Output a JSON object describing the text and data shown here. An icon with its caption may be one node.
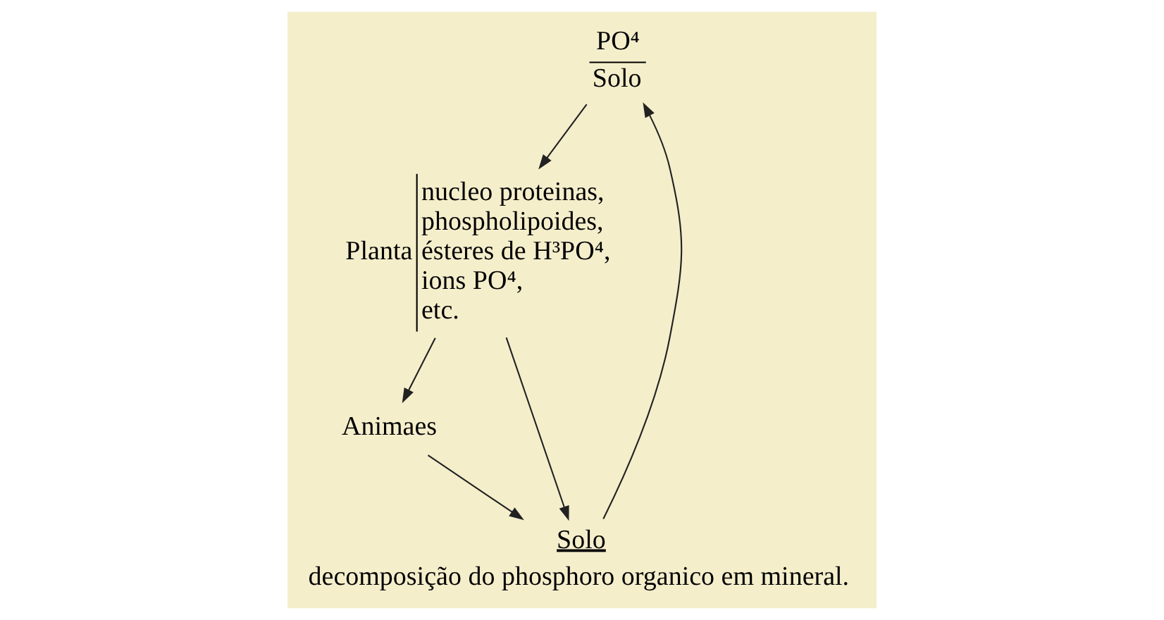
{
  "diagram": {
    "nodes": [
      {
        "text": [
          "PO⁴",
          "Solo"
        ]
      },
      {
        "text": [
          "Planta",
          "nucleo proteinas, phospholipoides, ésteres de H³PO⁴, ions PO⁴, etc."
        ]
      },
      {
        "text": [
          "Animaes"
        ]
      },
      {
        "text": [
          "Solo",
          "decomposição do phosphoro organico em mineral."
        ]
      }
    ],
    "edges": [
      {
        "from": 0,
        "to": 1,
        "arrow": "to"
      },
      {
        "from": 1,
        "to": 3,
        "arrow": "to"
      },
      {
        "from": 1,
        "to": 2,
        "arrow": "to"
      },
      {
        "from": 2,
        "to": 3,
        "arrow": "to"
      },
      {
        "from": 3,
        "to": 0,
        "arrow": "to"
      }
    ]
  }
}
